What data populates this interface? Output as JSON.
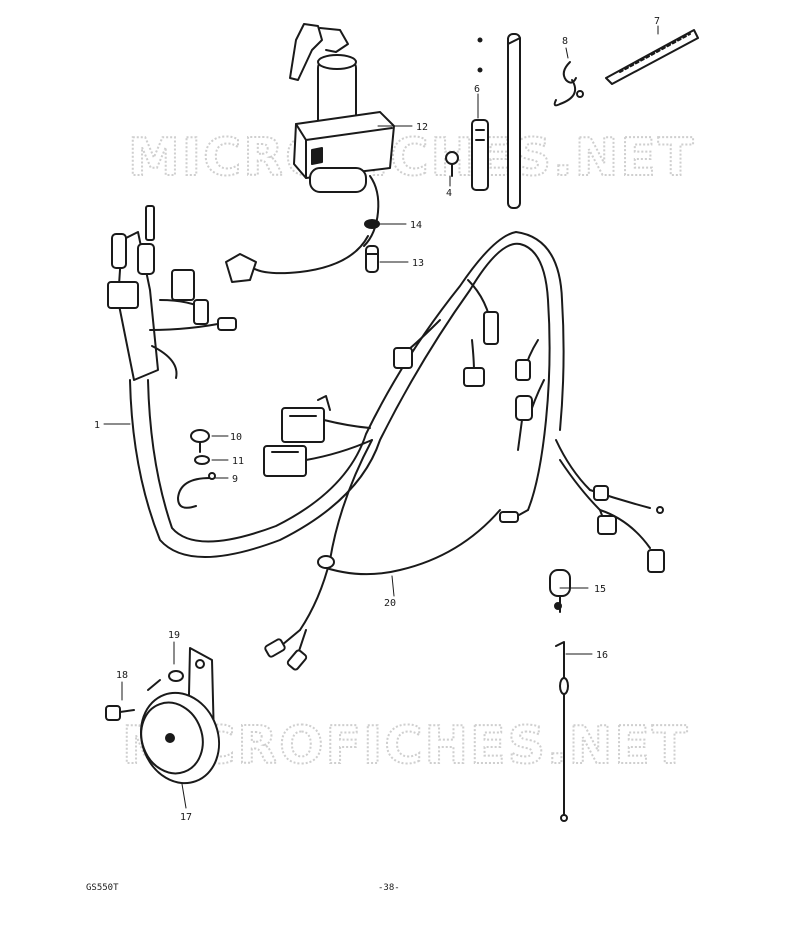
{
  "watermark": {
    "top_text": "MICROFICHES.NET",
    "bottom_text": "MICROFICHES.NET"
  },
  "callouts": [
    {
      "id": "c1",
      "label": "1"
    },
    {
      "id": "c4",
      "label": "4"
    },
    {
      "id": "c6",
      "label": "6"
    },
    {
      "id": "c7",
      "label": "7"
    },
    {
      "id": "c8",
      "label": "8"
    },
    {
      "id": "c9",
      "label": "9"
    },
    {
      "id": "c10",
      "label": "10"
    },
    {
      "id": "c11",
      "label": "11"
    },
    {
      "id": "c12",
      "label": "12"
    },
    {
      "id": "c13",
      "label": "13"
    },
    {
      "id": "c14",
      "label": "14"
    },
    {
      "id": "c15",
      "label": "15"
    },
    {
      "id": "c16",
      "label": "16"
    },
    {
      "id": "c17",
      "label": "17"
    },
    {
      "id": "c18",
      "label": "18"
    },
    {
      "id": "c19",
      "label": "19"
    },
    {
      "id": "c20",
      "label": "20"
    }
  ],
  "footer": {
    "model": "GS550T",
    "page": "-38-"
  }
}
